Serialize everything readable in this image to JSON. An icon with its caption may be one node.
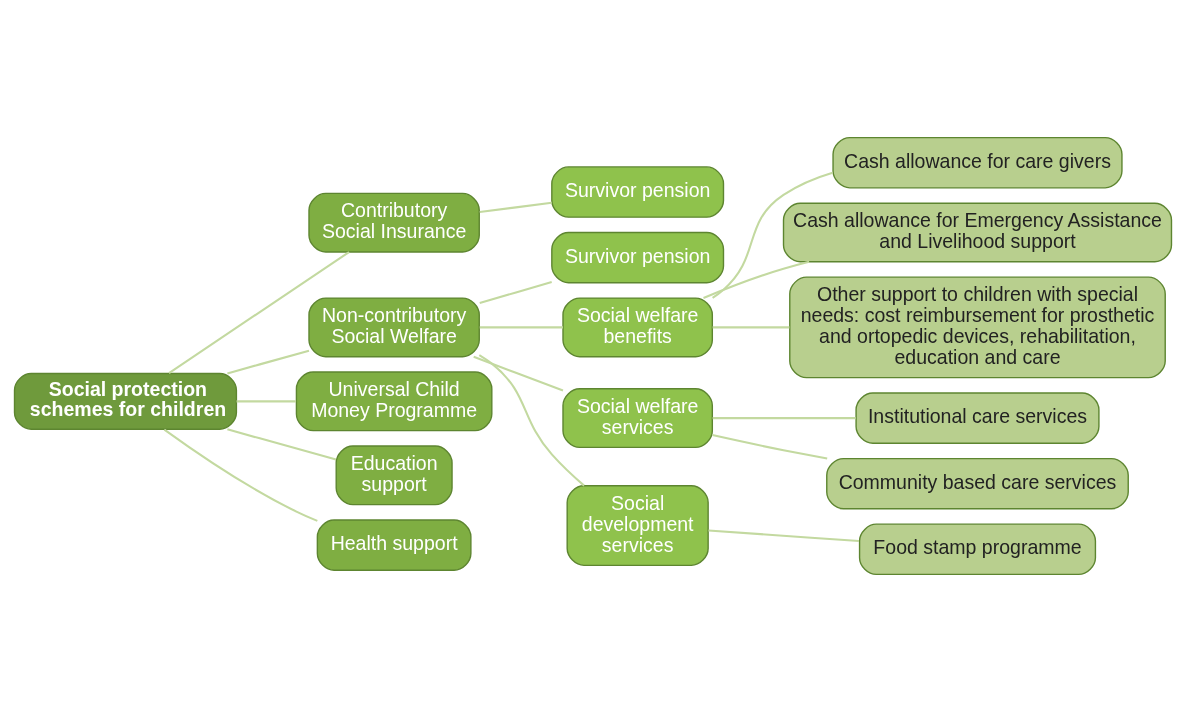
{
  "diagram": {
    "nodes": [
      {
        "text": [
          "Social protection schemes for children"
        ]
      },
      {
        "text": [
          "Contributory Social Insurance"
        ]
      },
      {
        "text": [
          "Survivor pension"
        ]
      },
      {
        "text": [
          "Non-contributory Social Welfare"
        ]
      },
      {
        "text": [
          "Survivor pension"
        ]
      },
      {
        "text": [
          "Social welfare benefits"
        ]
      },
      {
        "text": [
          "Cash allowance for care givers"
        ]
      },
      {
        "text": [
          "Cash allowance for Emergency Assistance and Livelihood support"
        ]
      },
      {
        "text": [
          "Other support to children with special needs: cost reimbursement for prosthetic and ortopedic devices, rehabilitation, education and care"
        ]
      },
      {
        "text": [
          "Social welfare services"
        ]
      },
      {
        "text": [
          "Institutional care services"
        ]
      },
      {
        "text": [
          "Community based care services"
        ]
      },
      {
        "text": [
          "Social development services"
        ]
      },
      {
        "text": [
          "Food stamp programme"
        ]
      },
      {
        "text": [
          "Universal Child Money Programme"
        ]
      },
      {
        "text": [
          "Education support"
        ]
      },
      {
        "text": [
          "Health support"
        ]
      }
    ],
    "edges": [
      {
        "from": 0,
        "to": 1,
        "arrow": "none"
      },
      {
        "from": 1,
        "to": 2,
        "arrow": "none"
      },
      {
        "from": 0,
        "to": 3,
        "arrow": "none"
      },
      {
        "from": 3,
        "to": 4,
        "arrow": "none"
      },
      {
        "from": 3,
        "to": 5,
        "arrow": "none"
      },
      {
        "from": 5,
        "to": 6,
        "arrow": "none"
      },
      {
        "from": 5,
        "to": 7,
        "arrow": "none"
      },
      {
        "from": 5,
        "to": 8,
        "arrow": "none"
      },
      {
        "from": 3,
        "to": 9,
        "arrow": "none"
      },
      {
        "from": 9,
        "to": 10,
        "arrow": "none"
      },
      {
        "from": 9,
        "to": 11,
        "arrow": "none"
      },
      {
        "from": 3,
        "to": 12,
        "arrow": "none"
      },
      {
        "from": 12,
        "to": 13,
        "arrow": "none"
      },
      {
        "from": 0,
        "to": 14,
        "arrow": "none"
      },
      {
        "from": 0,
        "to": 15,
        "arrow": "none"
      },
      {
        "from": 0,
        "to": 16,
        "arrow": "none"
      }
    ]
  }
}
